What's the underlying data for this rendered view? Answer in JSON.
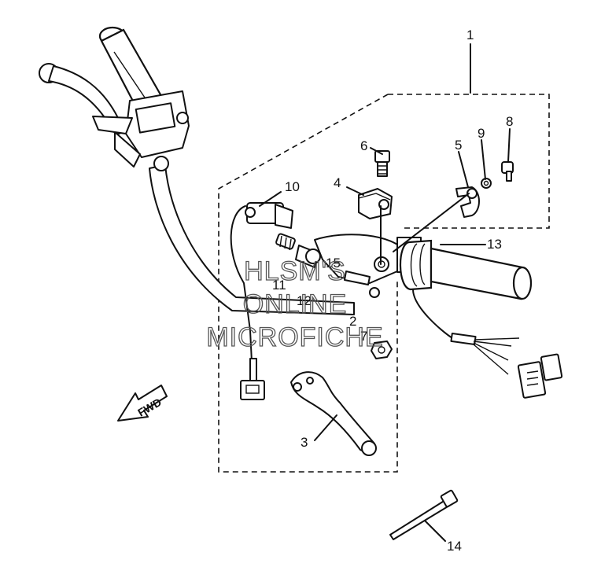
{
  "callouts": [
    {
      "id": "1",
      "label": "1"
    },
    {
      "id": "2",
      "label": "2"
    },
    {
      "id": "3",
      "label": "3"
    },
    {
      "id": "4",
      "label": "4"
    },
    {
      "id": "5",
      "label": "5"
    },
    {
      "id": "6",
      "label": "6"
    },
    {
      "id": "7",
      "label": "7"
    },
    {
      "id": "8",
      "label": "8"
    },
    {
      "id": "9",
      "label": "9"
    },
    {
      "id": "10",
      "label": "10"
    },
    {
      "id": "11",
      "label": "11"
    },
    {
      "id": "12",
      "label": "12"
    },
    {
      "id": "13",
      "label": "13"
    },
    {
      "id": "14",
      "label": "14"
    },
    {
      "id": "15",
      "label": "15"
    }
  ],
  "direction_tag": "FWD",
  "watermark": {
    "line1": "HLSM'S",
    "line2": "ONLINE",
    "line3": "MICROFICHE"
  }
}
